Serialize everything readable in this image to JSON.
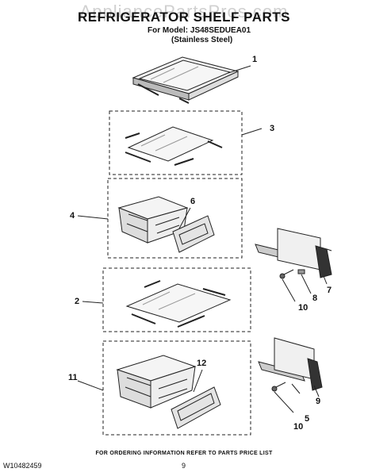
{
  "header": {
    "watermark": "AppliancePartsPros.com",
    "title": "REFRIGERATOR SHELF PARTS",
    "model_line": "For Model: JS48SEDUEA01",
    "variant": "(Stainless Steel)"
  },
  "callouts": [
    "1",
    "3",
    "6",
    "4",
    "7",
    "8",
    "10",
    "2",
    "12",
    "11",
    "5",
    "9",
    "10"
  ],
  "footer": {
    "ordering_info": "FOR ORDERING INFORMATION REFER TO PARTS PRICE LIST",
    "doc_number": "W10482459",
    "page_number": "9"
  }
}
